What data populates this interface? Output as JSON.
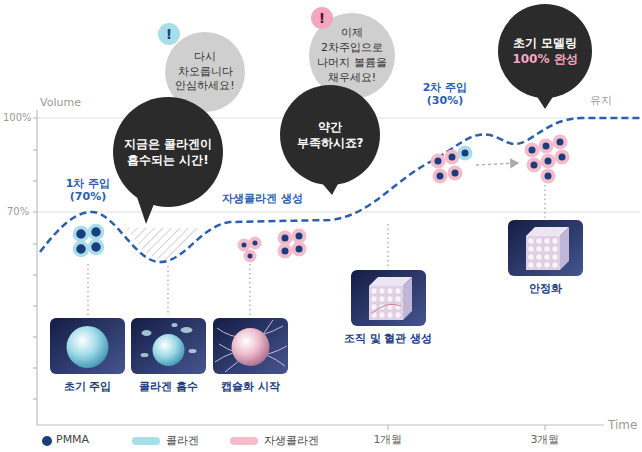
{
  "diagram": {
    "nodes": [
      {
        "text": [
          "!",
          "다시 차오릅니다 안심하세요!"
        ]
      },
      {
        "text": [
          "지금은 콜라겐이 흡수되는 시간!"
        ]
      },
      {
        "text": [
          "!",
          "이제 2차주입으로 나머지 볼륨을 채우세요!"
        ]
      },
      {
        "text": [
          "약간 부족하시죠?"
        ]
      },
      {
        "text": [
          "초기 모델링",
          "100% 완성"
        ]
      },
      {
        "text": [
          "초기 주입"
        ]
      },
      {
        "text": [
          "콜라겐 흡수"
        ]
      },
      {
        "text": [
          "캡슐화 시작"
        ]
      },
      {
        "text": [
          "조직 및 혈관 생성"
        ]
      },
      {
        "text": [
          "안정화"
        ]
      }
    ],
    "labels": [
      "Volume",
      "100%",
      "70%",
      "Time",
      "유지",
      "1차 주입 (70%)",
      "자생콜라겐 생성",
      "2차 주입 (30%)",
      "1개월",
      "3개월"
    ],
    "legend": [
      {
        "text": "PMMA",
        "color": "#1b3d80"
      },
      {
        "text": "콜라겐",
        "color": "#a9dde9"
      },
      {
        "text": "자생콜라겐",
        "color": "#f3bccb"
      }
    ]
  }
}
